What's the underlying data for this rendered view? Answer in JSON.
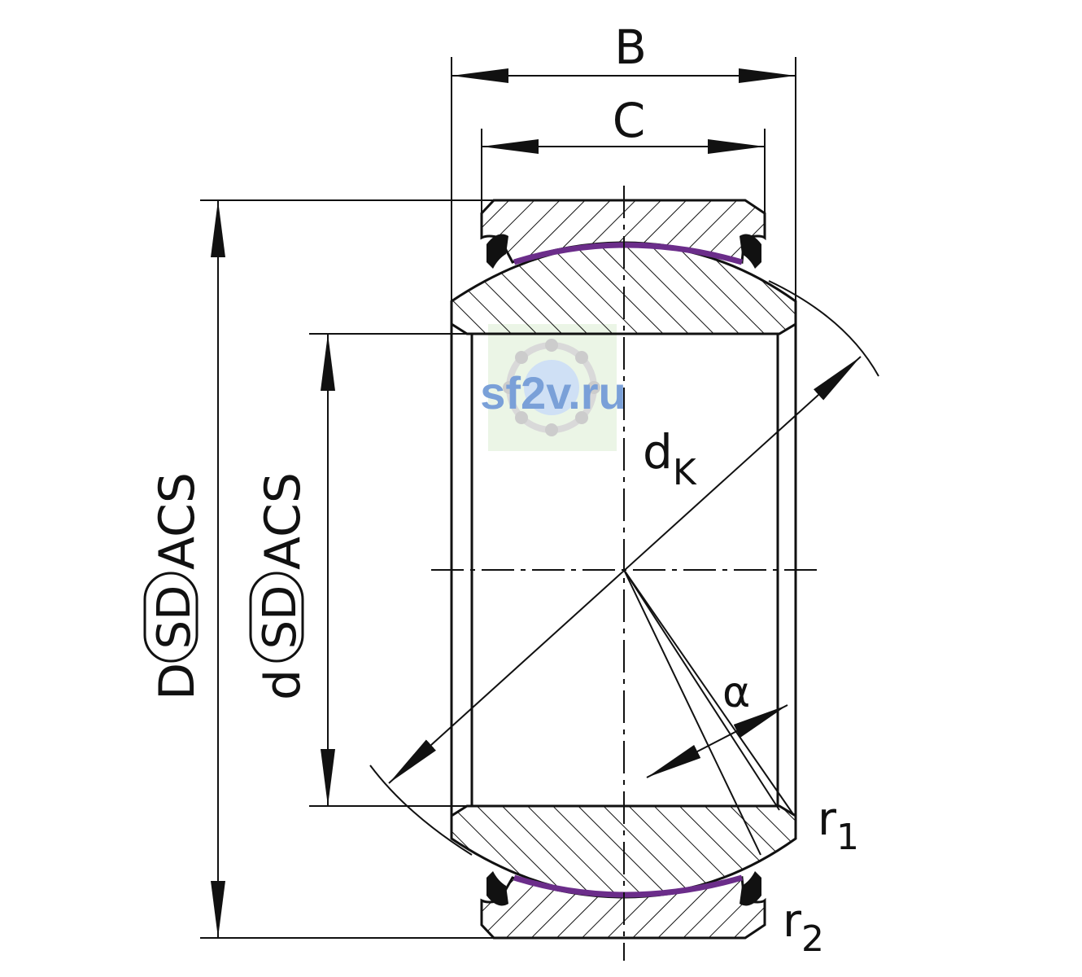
{
  "labels": {
    "B": "B",
    "C": "C",
    "dK_main": "d",
    "dK_sub": "K",
    "alpha": "α",
    "r1_main": "r",
    "r1_sub": "1",
    "r2_main": "r",
    "r2_sub": "2",
    "D_prefix": "D",
    "d_prefix": "d",
    "sd_badge": "SD",
    "acs_suffix": "ACS"
  },
  "watermark": {
    "text": "sf2v.ru"
  },
  "colors": {
    "line": "#111111",
    "liner": "#6b2d8a",
    "watermark_text": "#7aa0d8",
    "watermark_bg": "#e6f2e0"
  }
}
